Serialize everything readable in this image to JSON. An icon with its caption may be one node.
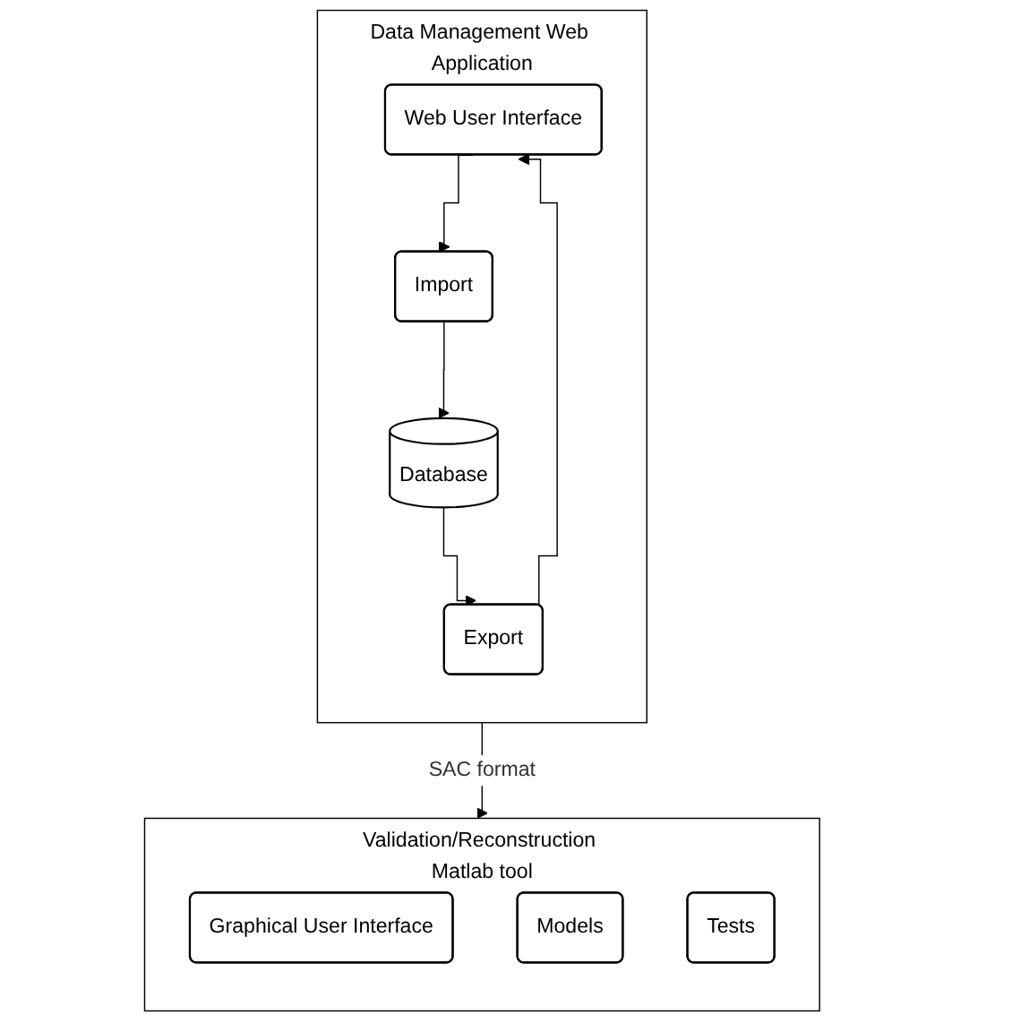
{
  "diagram": {
    "nodes": [
      {
        "text": [
          "Validation/Reconstruction Matlab tool"
        ]
      },
      {
        "text": [
          "Graphical User Interface"
        ],
        "in": 0
      },
      {
        "text": [
          "Models"
        ],
        "in": 0
      },
      {
        "text": [
          "Tests"
        ],
        "in": 0
      },
      {
        "text": [
          "Data Management Web Application"
        ]
      },
      {
        "text": [
          "Web User Interface"
        ],
        "in": 4
      },
      {
        "text": [
          "Import"
        ],
        "in": 4
      },
      {
        "text": [
          "Export"
        ],
        "in": 4
      },
      {
        "text": [
          "Database"
        ],
        "in": 4
      }
    ],
    "edges": [
      {
        "from": 5,
        "to": 6,
        "arrow": "to"
      },
      {
        "from": 7,
        "to": 5,
        "arrow": "to"
      },
      {
        "from": 6,
        "to": 8,
        "arrow": "to"
      },
      {
        "from": 8,
        "to": 7,
        "arrow": "to"
      },
      {
        "from": 4,
        "to": 0,
        "arrow": "to",
        "label": "SAC format"
      }
    ]
  }
}
